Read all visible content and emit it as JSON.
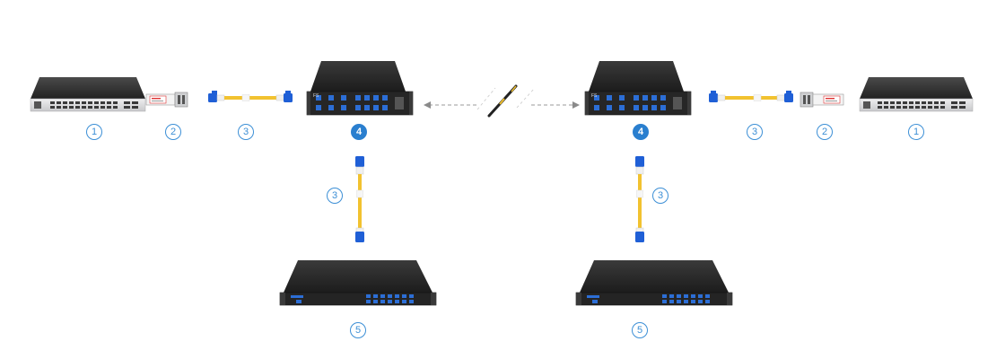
{
  "badges": {
    "switch": "1",
    "transceiver": "2",
    "patch_cable": "3",
    "mux_demux": "4",
    "chassis": "5"
  },
  "brand": {
    "logo_text": "FS"
  },
  "colors": {
    "accent": "#2a7fcf",
    "cable_yellow": "#f2c230",
    "connector_blue": "#1f5fd6",
    "device_dark": "#2b2b2b",
    "switch_silver": "#d9dadc"
  },
  "icons": {
    "switch": "switch-icon",
    "transceiver": "sfp-transceiver-icon",
    "cable": "lc-patch-cable-icon",
    "mux": "mux-demux-icon",
    "chassis": "rack-chassis-icon",
    "trunk": "fiber-trunk-cable-icon"
  }
}
